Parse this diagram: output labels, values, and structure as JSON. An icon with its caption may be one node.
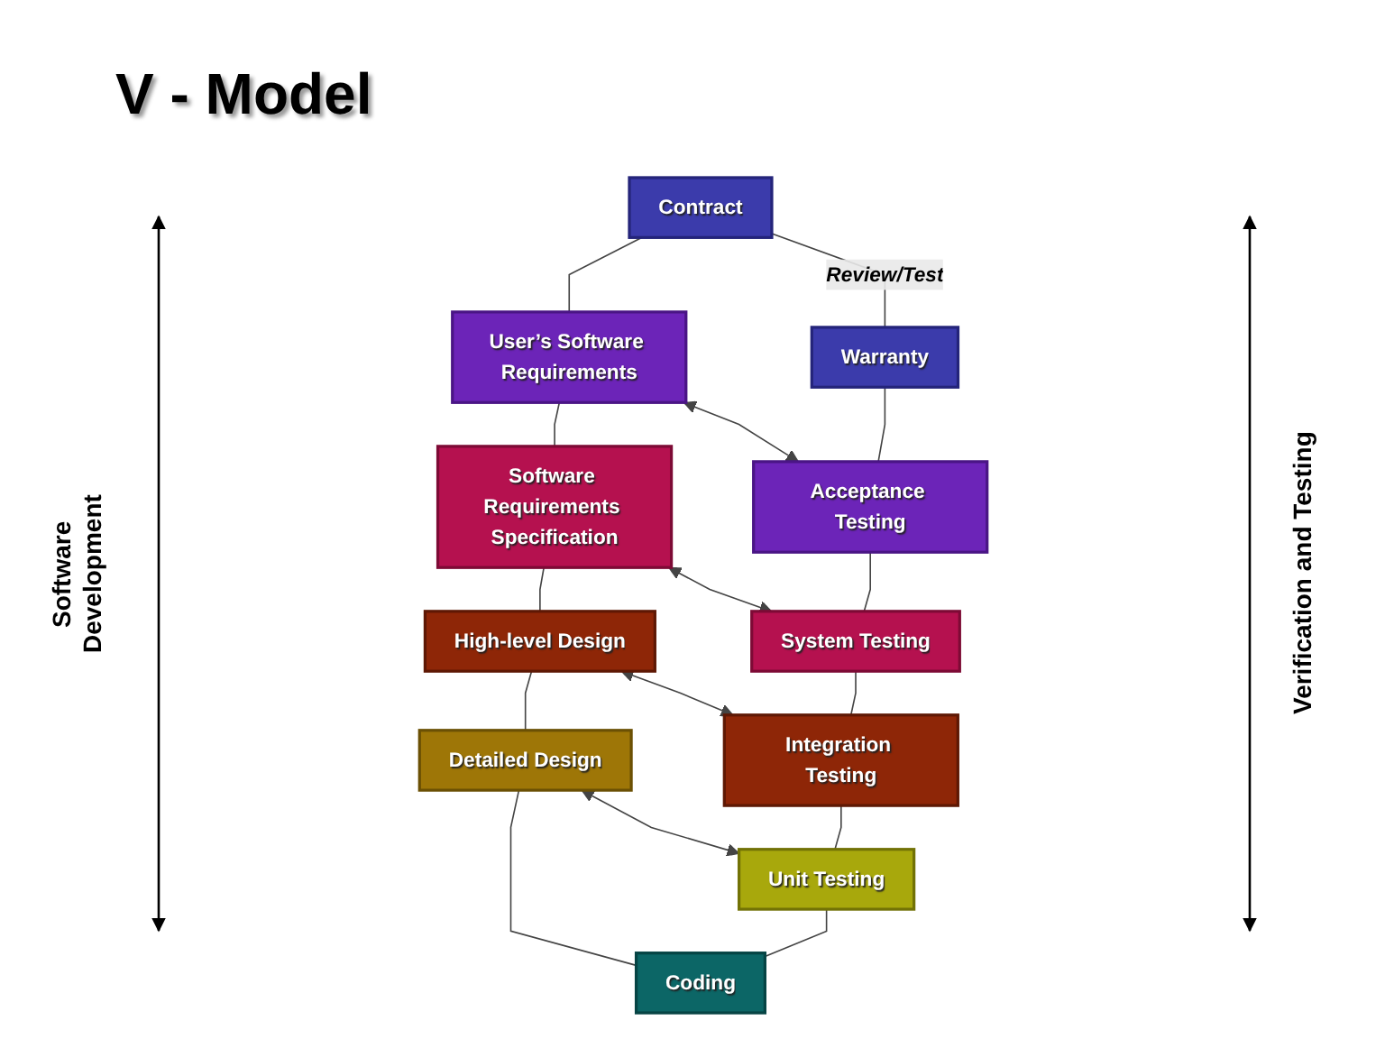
{
  "diagram": {
    "title": "V - Model",
    "nodes": [
      {
        "text": [
          "Contract"
        ]
      },
      {
        "text": [
          "Warranty"
        ]
      },
      {
        "text": [
          "User’s Software Requirements"
        ]
      },
      {
        "text": [
          "Acceptance Testing"
        ]
      },
      {
        "text": [
          "Software Requirements Specification"
        ]
      },
      {
        "text": [
          "System Testing"
        ]
      },
      {
        "text": [
          "High-level Design"
        ]
      },
      {
        "text": [
          "Integration Testing"
        ]
      },
      {
        "text": [
          "Detailed Design"
        ]
      },
      {
        "text": [
          "Unit Testing"
        ]
      },
      {
        "text": [
          "Coding"
        ]
      }
    ],
    "edges": [
      {
        "from": 0,
        "to": 2,
        "arrow": "none"
      },
      {
        "from": 2,
        "to": 4,
        "arrow": "none"
      },
      {
        "from": 4,
        "to": 6,
        "arrow": "none"
      },
      {
        "from": 6,
        "to": 8,
        "arrow": "none"
      },
      {
        "from": 8,
        "to": 10,
        "arrow": "none"
      },
      {
        "from": 0,
        "to": 1,
        "arrow": "none",
        "label": "Review/Test"
      },
      {
        "from": 1,
        "to": 3,
        "arrow": "none"
      },
      {
        "from": 3,
        "to": 5,
        "arrow": "none"
      },
      {
        "from": 5,
        "to": 7,
        "arrow": "none"
      },
      {
        "from": 7,
        "to": 9,
        "arrow": "none"
      },
      {
        "from": 9,
        "to": 10,
        "arrow": "none"
      },
      {
        "from": 2,
        "to": 3,
        "arrow": "both"
      },
      {
        "from": 4,
        "to": 5,
        "arrow": "both"
      },
      {
        "from": 6,
        "to": 7,
        "arrow": "both"
      },
      {
        "from": 8,
        "to": 9,
        "arrow": "both"
      }
    ],
    "labels": [
      "Software Development",
      "Verification and Testing"
    ]
  }
}
